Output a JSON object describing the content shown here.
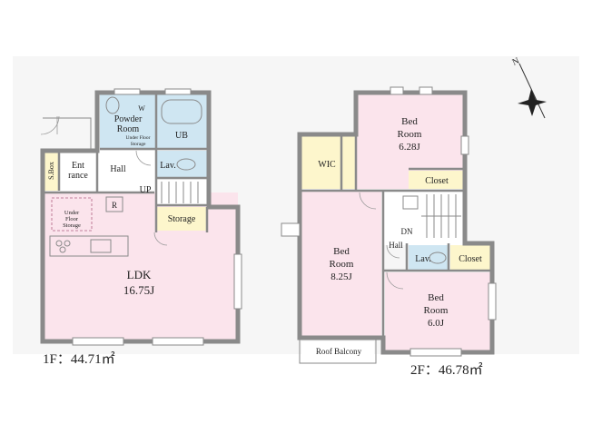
{
  "colors": {
    "pink": "#fbe4ec",
    "blue": "#cfe6f2",
    "yellow": "#fdf6cc",
    "white": "#ffffff",
    "wall": "#8a8a8a",
    "background": "#f6f6f6"
  },
  "floor1": {
    "area_label": "1F：44.71㎡",
    "powder_room": [
      "Powder",
      "Room"
    ],
    "w_label": "W",
    "under_floor_storage_small": [
      "Under Floor",
      "Storage"
    ],
    "ub": "UB",
    "sbox": "S.Box",
    "entrance": [
      "Ent",
      "rance"
    ],
    "hall": "Hall",
    "lav": "Lav.",
    "up": "UP",
    "r_label": "R",
    "under_floor_storage": [
      "Under",
      "Floor",
      "Storage"
    ],
    "storage": "Storage",
    "ldk": [
      "LDK",
      "16.75J"
    ]
  },
  "floor2": {
    "area_label": "2F：46.78㎡",
    "bed1": [
      "Bed",
      "Room",
      "6.28J"
    ],
    "wic": "WIC",
    "closet1": "Closet",
    "bed2": [
      "Bed",
      "Room",
      "8.25J"
    ],
    "dn": "DN",
    "hall": "Hall",
    "lav": "Lav.",
    "closet2": "Closet",
    "bed3": [
      "Bed",
      "Room",
      "6.0J"
    ],
    "roof_balcony": "Roof Balcony"
  },
  "compass": {
    "north_label": "N"
  }
}
